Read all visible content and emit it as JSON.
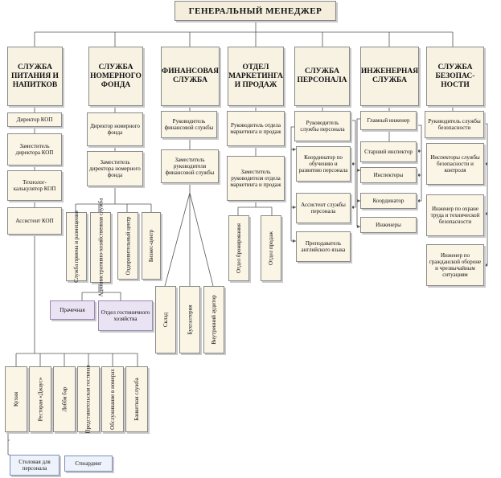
{
  "gm": "ГЕНЕРАЛЬНЫЙ МЕНЕДЖЕР",
  "departments": {
    "catering": "СЛУЖБА ПИТАНИЯ И НАПИТКОВ",
    "rooms": "СЛУЖБА НОМЕРНОГО ФОНДА",
    "finance": "ФИНАНСОВАЯ СЛУЖБА",
    "marketing": "ОТДЕЛ МАРКЕТИНГА И ПРОДАЖ",
    "personnel": "СЛУЖБА ПЕРСОНАЛА",
    "engineering": "ИНЖЕНЕРНАЯ СЛУЖБА",
    "security": "СЛУЖБА БЕЗОПАС-НОСТИ"
  },
  "catering": {
    "director": "Директор КОП",
    "deputy": "Заместитель директора КОП",
    "technologist": "Технолог-калькулятор КОП",
    "assistant": "Ассистент КОП",
    "units": [
      "Кухня",
      "Ресторан «Джаус»",
      "Лобби бар",
      "Представительская гостиная",
      "Обслуживание в номерах",
      "Банкетная служба"
    ],
    "canteen": "Столовая для персонала",
    "steward": "Стюардинг"
  },
  "rooms": {
    "director": "Директор номерного фонда",
    "deputy": "Заместитель директора номерного фонда",
    "units": [
      "Служба приема и размещения",
      "Административно-хозяйственная служба",
      "Оздоровительный центр",
      "Бизнес-центр"
    ],
    "laundry": "Прачечная",
    "housekeeping": "Отдел гостиничного хозяйства"
  },
  "finance": {
    "head": "Руководитель финансовой службы",
    "deputy": "Заместитель руководителя финансовой службы",
    "units": [
      "Склад",
      "Бухгалтерия",
      "Внутренний аудитор"
    ]
  },
  "marketing": {
    "head": "Руководитель отдела маркетинга и продаж",
    "deputy": "Заместитель руководителя отдела маркетинга и продаж",
    "units": [
      "Отдел бронирования",
      "Отдел продаж"
    ]
  },
  "personnel": {
    "head": "Руководитель службы персонала",
    "training": "Координатор по обучению и развитию персонала",
    "assistant": "Ассистент службы персонала",
    "teacher": "Преподаватель английского языка"
  },
  "engineering": {
    "chief": "Главный инженер",
    "senior": "Старший инспектор",
    "inspectors": "Инспекторы",
    "coordinator": "Координатор",
    "engineers": "Инженеры"
  },
  "security": {
    "head": "Руководитель службы безопасности",
    "inspectors": "Инспекторы службы безопасности и контроля",
    "labor": "Инженер по охране труда и технической безопасности",
    "civil": "Инженер по гражданской обороне и чрезвычайным ситуациям"
  }
}
